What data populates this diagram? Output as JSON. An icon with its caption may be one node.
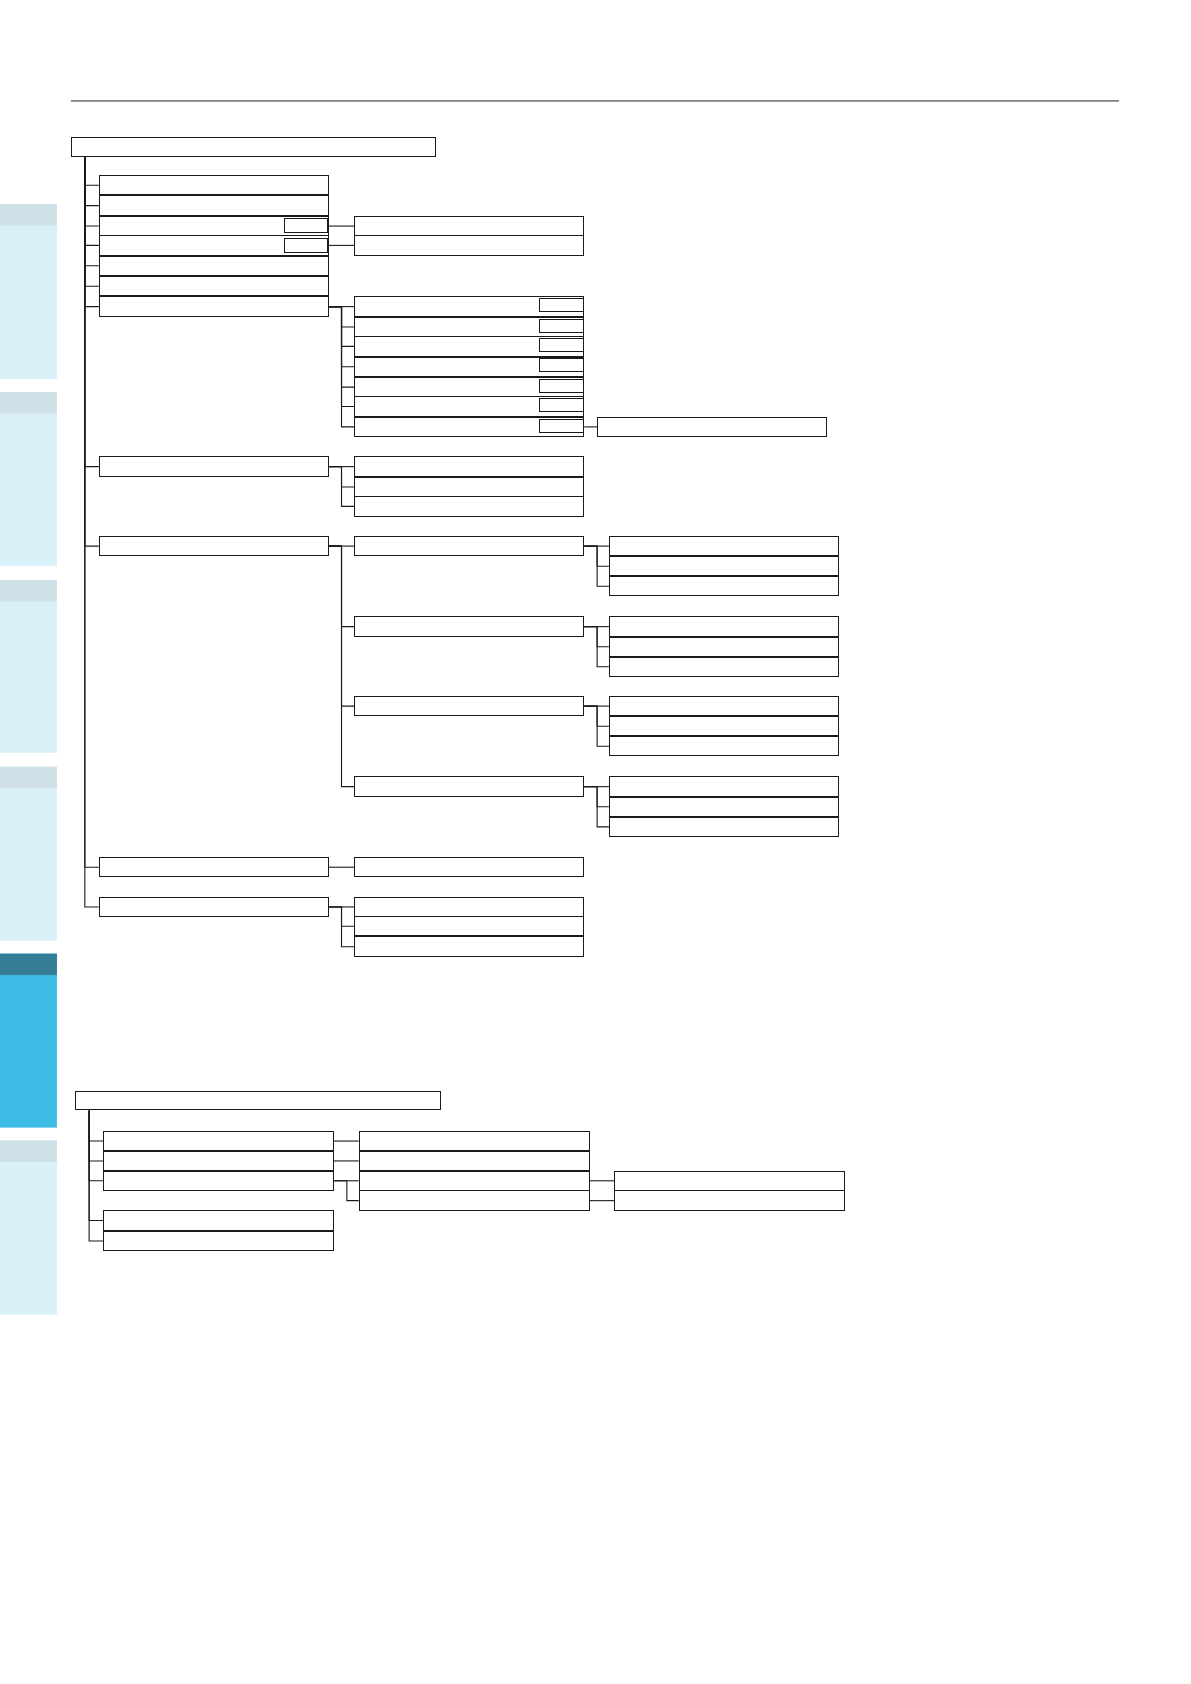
{
  "diagram": {
    "nodes": [
      {
        "text": [],
        "shape": "box"
      },
      {
        "text": [],
        "shape": "box"
      },
      {
        "text": [],
        "shape": "box"
      },
      {
        "text": [],
        "shape": "box"
      },
      {
        "text": [],
        "shape": "box",
        "in": 3
      },
      {
        "text": [],
        "shape": "box"
      },
      {
        "text": [],
        "shape": "box",
        "in": 5
      },
      {
        "text": [],
        "shape": "box"
      },
      {
        "text": [],
        "shape": "box"
      },
      {
        "text": [],
        "shape": "box"
      },
      {
        "text": [],
        "shape": "box"
      },
      {
        "text": [],
        "shape": "box"
      },
      {
        "text": [],
        "shape": "box"
      },
      {
        "text": [],
        "shape": "box",
        "in": 12
      },
      {
        "text": [],
        "shape": "box"
      },
      {
        "text": [],
        "shape": "box",
        "in": 14
      },
      {
        "text": [],
        "shape": "box"
      },
      {
        "text": [],
        "shape": "box",
        "in": 16
      },
      {
        "text": [],
        "shape": "box"
      },
      {
        "text": [],
        "shape": "box",
        "in": 18
      },
      {
        "text": [],
        "shape": "box"
      },
      {
        "text": [],
        "shape": "box",
        "in": 20
      },
      {
        "text": [],
        "shape": "box"
      },
      {
        "text": [],
        "shape": "box",
        "in": 22
      },
      {
        "text": [],
        "shape": "box"
      },
      {
        "text": [],
        "shape": "box",
        "in": 24
      },
      {
        "text": [],
        "shape": "box"
      },
      {
        "text": [],
        "shape": "box"
      },
      {
        "text": [],
        "shape": "box"
      },
      {
        "text": [],
        "shape": "box"
      },
      {
        "text": [],
        "shape": "box"
      },
      {
        "text": [],
        "shape": "box"
      },
      {
        "text": [],
        "shape": "box"
      },
      {
        "text": [],
        "shape": "box"
      },
      {
        "text": [],
        "shape": "box"
      },
      {
        "text": [],
        "shape": "box"
      },
      {
        "text": [],
        "shape": "box"
      },
      {
        "text": [],
        "shape": "box"
      },
      {
        "text": [],
        "shape": "box"
      },
      {
        "text": [],
        "shape": "box"
      },
      {
        "text": [],
        "shape": "box"
      },
      {
        "text": [],
        "shape": "box"
      },
      {
        "text": [],
        "shape": "box"
      },
      {
        "text": [],
        "shape": "box"
      },
      {
        "text": [],
        "shape": "box"
      },
      {
        "text": [],
        "shape": "box"
      },
      {
        "text": [],
        "shape": "box"
      },
      {
        "text": [],
        "shape": "box"
      },
      {
        "text": [],
        "shape": "box"
      },
      {
        "text": [],
        "shape": "box"
      },
      {
        "text": [],
        "shape": "box"
      },
      {
        "text": [],
        "shape": "box"
      },
      {
        "text": [],
        "shape": "box"
      },
      {
        "text": [],
        "shape": "box"
      },
      {
        "text": [],
        "shape": "box"
      },
      {
        "text": [],
        "shape": "box"
      },
      {
        "text": [],
        "shape": "box"
      },
      {
        "text": [],
        "shape": "box"
      },
      {
        "text": [],
        "shape": "box"
      },
      {
        "text": [],
        "shape": "box"
      },
      {
        "text": [],
        "shape": "box"
      },
      {
        "text": [],
        "shape": "box"
      },
      {
        "text": [],
        "shape": "box"
      },
      {
        "text": [],
        "shape": "box"
      },
      {
        "text": [],
        "shape": "box"
      },
      {
        "text": [],
        "shape": "box"
      }
    ],
    "edges": [
      {
        "from": 0,
        "to": 1,
        "arrow": "none"
      },
      {
        "from": 0,
        "to": 2,
        "arrow": "none"
      },
      {
        "from": 0,
        "to": 3,
        "arrow": "none"
      },
      {
        "from": 0,
        "to": 5,
        "arrow": "none"
      },
      {
        "from": 0,
        "to": 7,
        "arrow": "none"
      },
      {
        "from": 0,
        "to": 8,
        "arrow": "none"
      },
      {
        "from": 0,
        "to": 9,
        "arrow": "none"
      },
      {
        "from": 0,
        "to": 27,
        "arrow": "none"
      },
      {
        "from": 0,
        "to": 31,
        "arrow": "none"
      },
      {
        "from": 0,
        "to": 48,
        "arrow": "none"
      },
      {
        "from": 0,
        "to": 50,
        "arrow": "none"
      },
      {
        "from": 3,
        "to": 10,
        "arrow": "none"
      },
      {
        "from": 5,
        "to": 11,
        "arrow": "none"
      },
      {
        "from": 9,
        "to": 12,
        "arrow": "none"
      },
      {
        "from": 9,
        "to": 14,
        "arrow": "none"
      },
      {
        "from": 9,
        "to": 16,
        "arrow": "none"
      },
      {
        "from": 9,
        "to": 18,
        "arrow": "none"
      },
      {
        "from": 9,
        "to": 20,
        "arrow": "none"
      },
      {
        "from": 9,
        "to": 22,
        "arrow": "none"
      },
      {
        "from": 9,
        "to": 24,
        "arrow": "none"
      },
      {
        "from": 24,
        "to": 26,
        "arrow": "none"
      },
      {
        "from": 27,
        "to": 28,
        "arrow": "none"
      },
      {
        "from": 27,
        "to": 29,
        "arrow": "none"
      },
      {
        "from": 27,
        "to": 30,
        "arrow": "none"
      },
      {
        "from": 31,
        "to": 32,
        "arrow": "none"
      },
      {
        "from": 31,
        "to": 36,
        "arrow": "none"
      },
      {
        "from": 31,
        "to": 40,
        "arrow": "none"
      },
      {
        "from": 31,
        "to": 44,
        "arrow": "none"
      },
      {
        "from": 32,
        "to": 33,
        "arrow": "none"
      },
      {
        "from": 32,
        "to": 34,
        "arrow": "none"
      },
      {
        "from": 32,
        "to": 35,
        "arrow": "none"
      },
      {
        "from": 36,
        "to": 37,
        "arrow": "none"
      },
      {
        "from": 36,
        "to": 38,
        "arrow": "none"
      },
      {
        "from": 36,
        "to": 39,
        "arrow": "none"
      },
      {
        "from": 40,
        "to": 41,
        "arrow": "none"
      },
      {
        "from": 40,
        "to": 42,
        "arrow": "none"
      },
      {
        "from": 40,
        "to": 43,
        "arrow": "none"
      },
      {
        "from": 44,
        "to": 45,
        "arrow": "none"
      },
      {
        "from": 44,
        "to": 46,
        "arrow": "none"
      },
      {
        "from": 44,
        "to": 47,
        "arrow": "none"
      },
      {
        "from": 48,
        "to": 49,
        "arrow": "none"
      },
      {
        "from": 50,
        "to": 51,
        "arrow": "none"
      },
      {
        "from": 50,
        "to": 52,
        "arrow": "none"
      },
      {
        "from": 50,
        "to": 53,
        "arrow": "none"
      },
      {
        "from": 54,
        "to": 55,
        "arrow": "none"
      },
      {
        "from": 54,
        "to": 56,
        "arrow": "none"
      },
      {
        "from": 54,
        "to": 57,
        "arrow": "none"
      },
      {
        "from": 54,
        "to": 58,
        "arrow": "none"
      },
      {
        "from": 54,
        "to": 59,
        "arrow": "none"
      },
      {
        "from": 55,
        "to": 60,
        "arrow": "none"
      },
      {
        "from": 56,
        "to": 61,
        "arrow": "none"
      },
      {
        "from": 57,
        "to": 62,
        "arrow": "none"
      },
      {
        "from": 57,
        "to": 63,
        "arrow": "none"
      },
      {
        "from": 62,
        "to": 64,
        "arrow": "none"
      },
      {
        "from": 63,
        "to": 65,
        "arrow": "none"
      }
    ]
  }
}
